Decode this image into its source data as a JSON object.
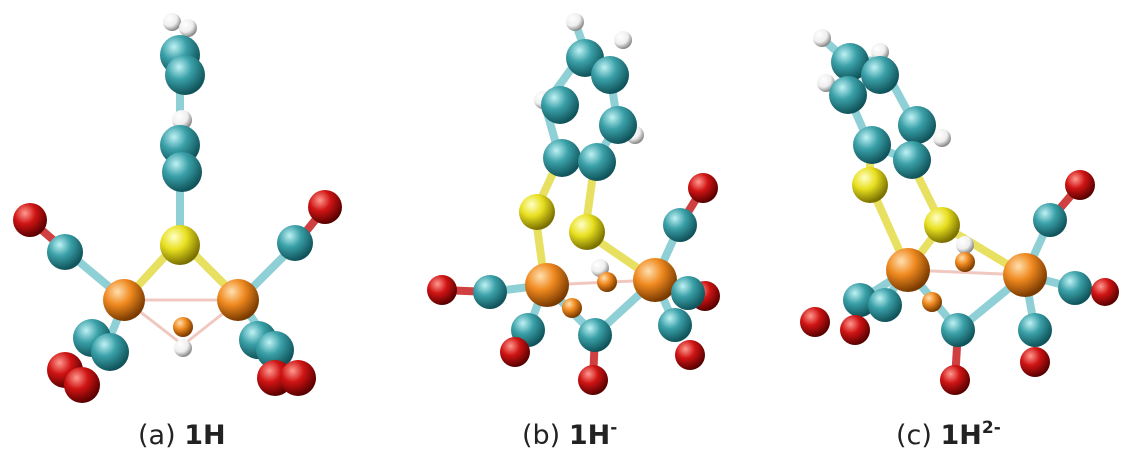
{
  "colors": {
    "carbon": "#3aa0a8",
    "oxygen": "#d01414",
    "sulfur": "#e8e020",
    "iron": "#f08a20",
    "hydrogen": "#f2f2f2",
    "bond_light": "#bfe3e8",
    "bond_faint": "#f0c8c0"
  },
  "atom_types": [
    "carbon",
    "oxygen",
    "sulfur",
    "iron",
    "hydrogen"
  ],
  "panels": [
    {
      "label": "(a)",
      "compound": "1H",
      "charge": ""
    },
    {
      "label": "(b)",
      "compound": "1H",
      "charge": "-"
    },
    {
      "label": "(c)",
      "compound": "1H",
      "charge": "2-"
    }
  ]
}
